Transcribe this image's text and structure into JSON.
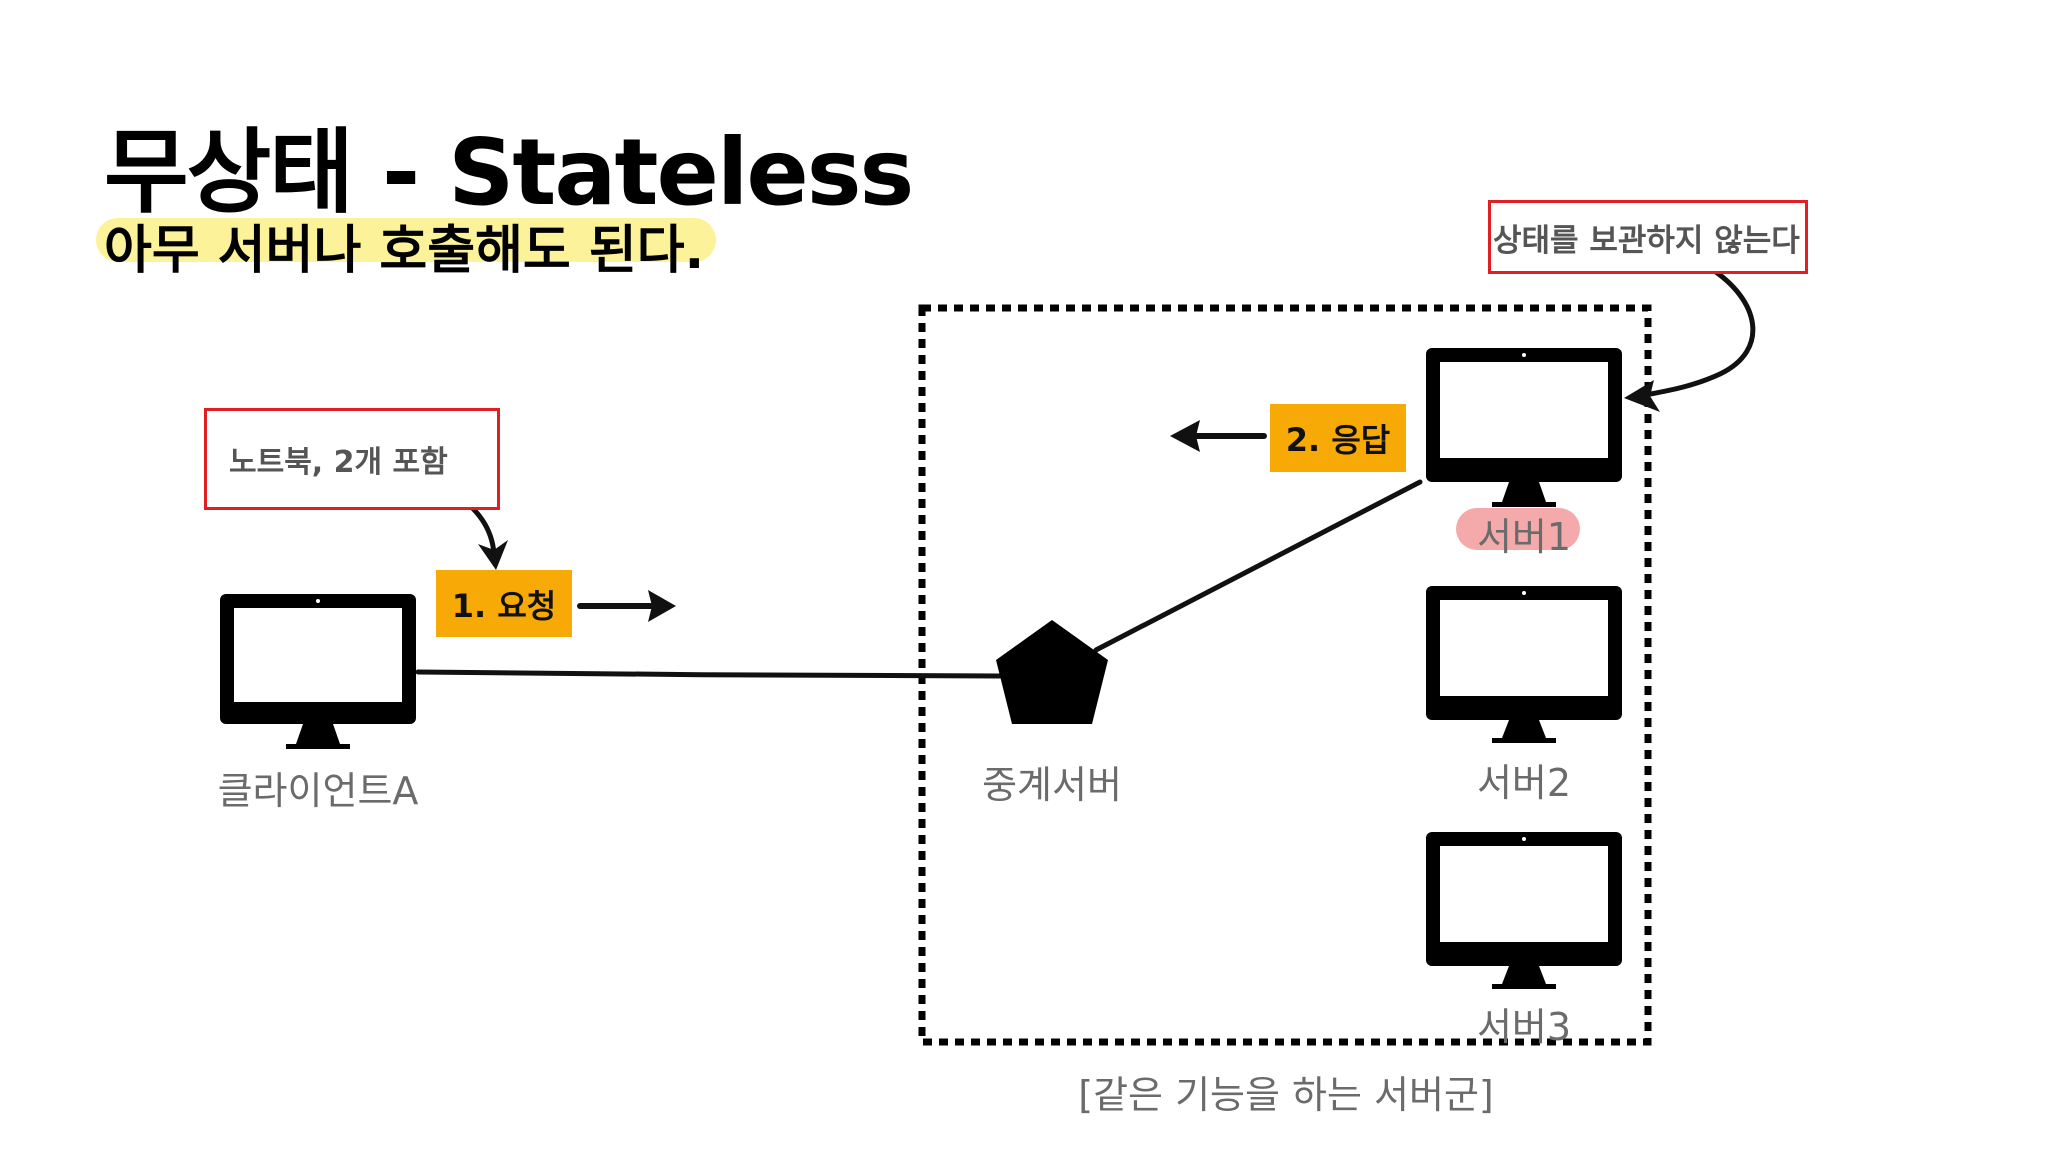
{
  "title": "무상태 - Stateless",
  "subtitle": "아무 서버나 호출해도 된다.",
  "callouts": {
    "laptop_note": "노트북, 2개 포함",
    "stateless_note": "상태를 보관하지 않는다"
  },
  "steps": {
    "request": "1. 요청",
    "response": "2. 응답"
  },
  "nodes": {
    "client": "클라이언트A",
    "relay": "중계서버",
    "server1": "서버1",
    "server2": "서버2",
    "server3": "서버3"
  },
  "group_caption": "[같은 기능을 하는 서버군]",
  "colors": {
    "badge": "#f7aa06",
    "callout_border": "#e02020",
    "subtitle_highlight": "#fbf29a",
    "server1_highlight": "#f4aaaa"
  }
}
